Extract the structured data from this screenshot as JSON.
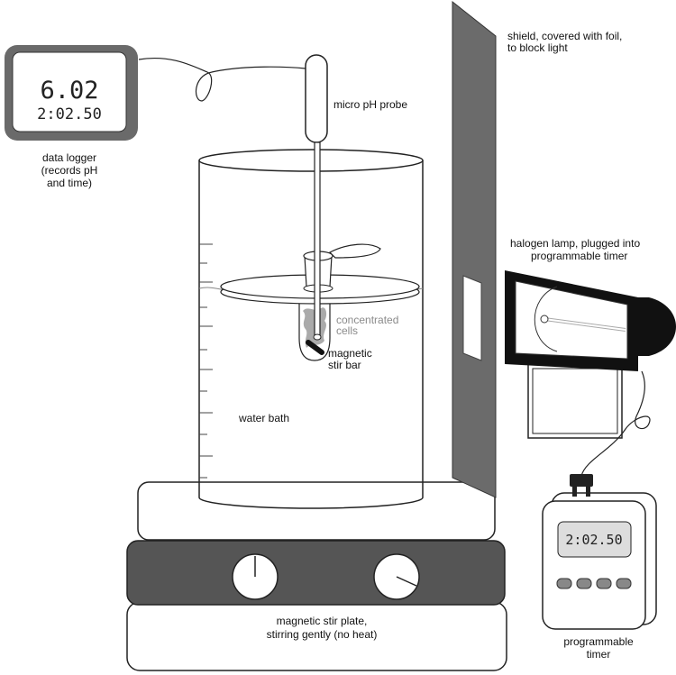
{
  "data_logger": {
    "ph_value": "6.02",
    "time_value": "2:02.50",
    "label": [
      "data logger",
      "(records pH",
      "and time)"
    ]
  },
  "probe": {
    "label": "micro pH probe"
  },
  "shield": {
    "label": [
      "shield, covered with foil,",
      "to block light"
    ]
  },
  "lamp": {
    "label": [
      "halogen lamp, plugged into",
      "programmable timer"
    ]
  },
  "cells": {
    "label": [
      "concentrated",
      "cells"
    ]
  },
  "stir_bar": {
    "label": [
      "magnetic",
      "stir bar"
    ]
  },
  "water_bath": {
    "label": "water bath"
  },
  "stir_plate": {
    "label": [
      "magnetic stir plate,",
      "stirring gently (no heat)"
    ]
  },
  "timer": {
    "display": "2:02.50",
    "label": [
      "programmable",
      "timer"
    ]
  }
}
